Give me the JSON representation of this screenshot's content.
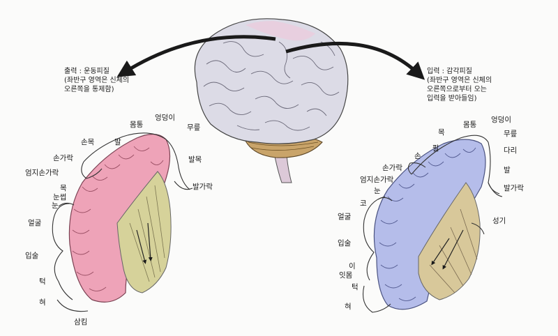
{
  "motor": {
    "caption": [
      "출력 : 운동피질",
      "(좌반구 영역은 신체의",
      "오른쪽을 통제함)"
    ],
    "labels": {
      "hip": "엉덩이",
      "trunk": "몸통",
      "knee": "무릎",
      "wrist": "손목",
      "arm": "팔",
      "ankle": "발목",
      "fingers": "손가락",
      "thumb": "엄지손가락",
      "toes": "발가락",
      "neck": "목",
      "eyebrow": "눈썹",
      "eye": "눈",
      "face": "얼굴",
      "lips": "입술",
      "jaw": "턱",
      "tongue": "혀",
      "swallowing": "삼킴"
    }
  },
  "sensory": {
    "caption": [
      "입력 : 감각피질",
      "(좌반구 영역은 신체의",
      "오른쪽으로부터 오는",
      "입력을 받아들임)"
    ],
    "labels": {
      "hip": "엉덩이",
      "trunk": "몸통",
      "neck": "목",
      "knee": "무릎",
      "arm": "팔",
      "leg": "다리",
      "hand": "손",
      "fingers": "손가락",
      "foot": "발",
      "thumb": "엄지손가락",
      "toes": "발가락",
      "eye": "눈",
      "nose": "코",
      "genitals": "성기",
      "face": "얼굴",
      "lips": "입술",
      "teeth": "이",
      "gums": "잇몸",
      "jaw": "턱",
      "tongue": "혀"
    }
  },
  "colors": {
    "motor_cortex": "#eea3b8",
    "sensory_cortex": "#b5bdea",
    "brain": "#dcdbe6",
    "inner_tissue": "#d6d29a",
    "arrow": "#1a1a1a"
  }
}
